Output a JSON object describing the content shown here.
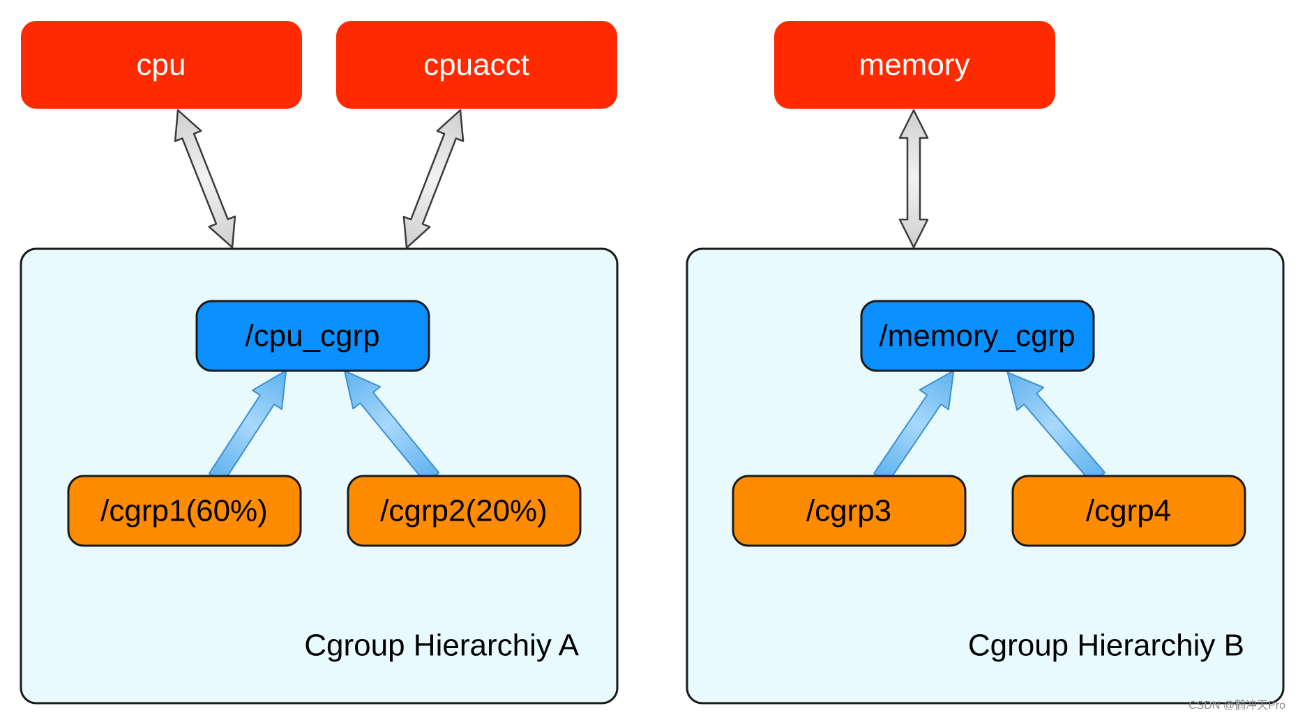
{
  "colors": {
    "subsystem_fill": "#ff2a00",
    "hierarchy_fill": "#e8fafd",
    "root_cgroup_fill": "#0a90ff",
    "child_cgroup_fill": "#ff8c00",
    "double_arrow_fill": "#e0e0e0",
    "up_arrow_fill": "#8fcaf6"
  },
  "subsystems": {
    "cpu": "cpu",
    "cpuacct": "cpuacct",
    "memory": "memory"
  },
  "hierarchy_a": {
    "label": "Cgroup Hierarchiy A",
    "root": "/cpu_cgrp",
    "child1": "/cgrp1(60%)",
    "child2": "/cgrp2(20%)"
  },
  "hierarchy_b": {
    "label": "Cgroup Hierarchiy B",
    "root": "/memory_cgrp",
    "child1": "/cgrp3",
    "child2": "/cgrp4"
  },
  "watermark": "CSDN @鹤冲天Pro"
}
